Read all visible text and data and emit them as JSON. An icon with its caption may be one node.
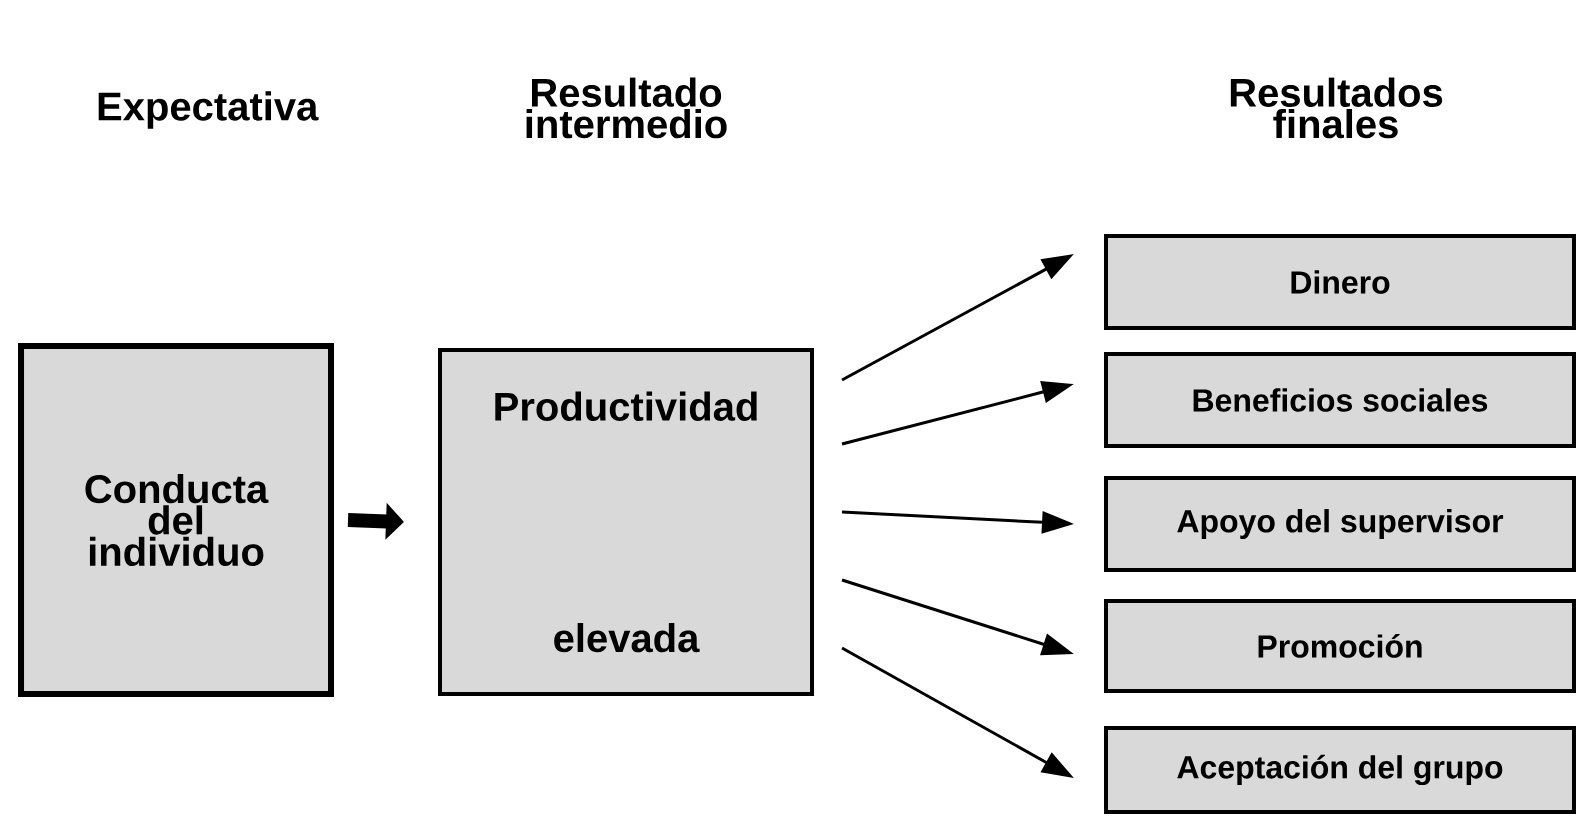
{
  "diagram": {
    "nodes": [
      {
        "text": [
          "Conducta del individuo"
        ]
      },
      {
        "text": [
          "Productividad",
          "elevada"
        ]
      },
      {
        "text": [
          "Dinero"
        ]
      },
      {
        "text": [
          "Beneficios sociales"
        ]
      },
      {
        "text": [
          "Apoyo del supervisor"
        ]
      },
      {
        "text": [
          "Promoción"
        ]
      },
      {
        "text": [
          "Aceptación del grupo"
        ]
      }
    ],
    "edges": [
      {
        "from": 0,
        "to": 1,
        "arrow": "to",
        "style": "thick"
      },
      {
        "from": 1,
        "to": 2,
        "arrow": "to"
      },
      {
        "from": 1,
        "to": 3,
        "arrow": "to"
      },
      {
        "from": 1,
        "to": 4,
        "arrow": "to"
      },
      {
        "from": 1,
        "to": 5,
        "arrow": "to"
      },
      {
        "from": 1,
        "to": 6,
        "arrow": "to"
      }
    ],
    "labels": [
      "Expectativa",
      "Resultado intermedio",
      "Resultados finales"
    ]
  }
}
